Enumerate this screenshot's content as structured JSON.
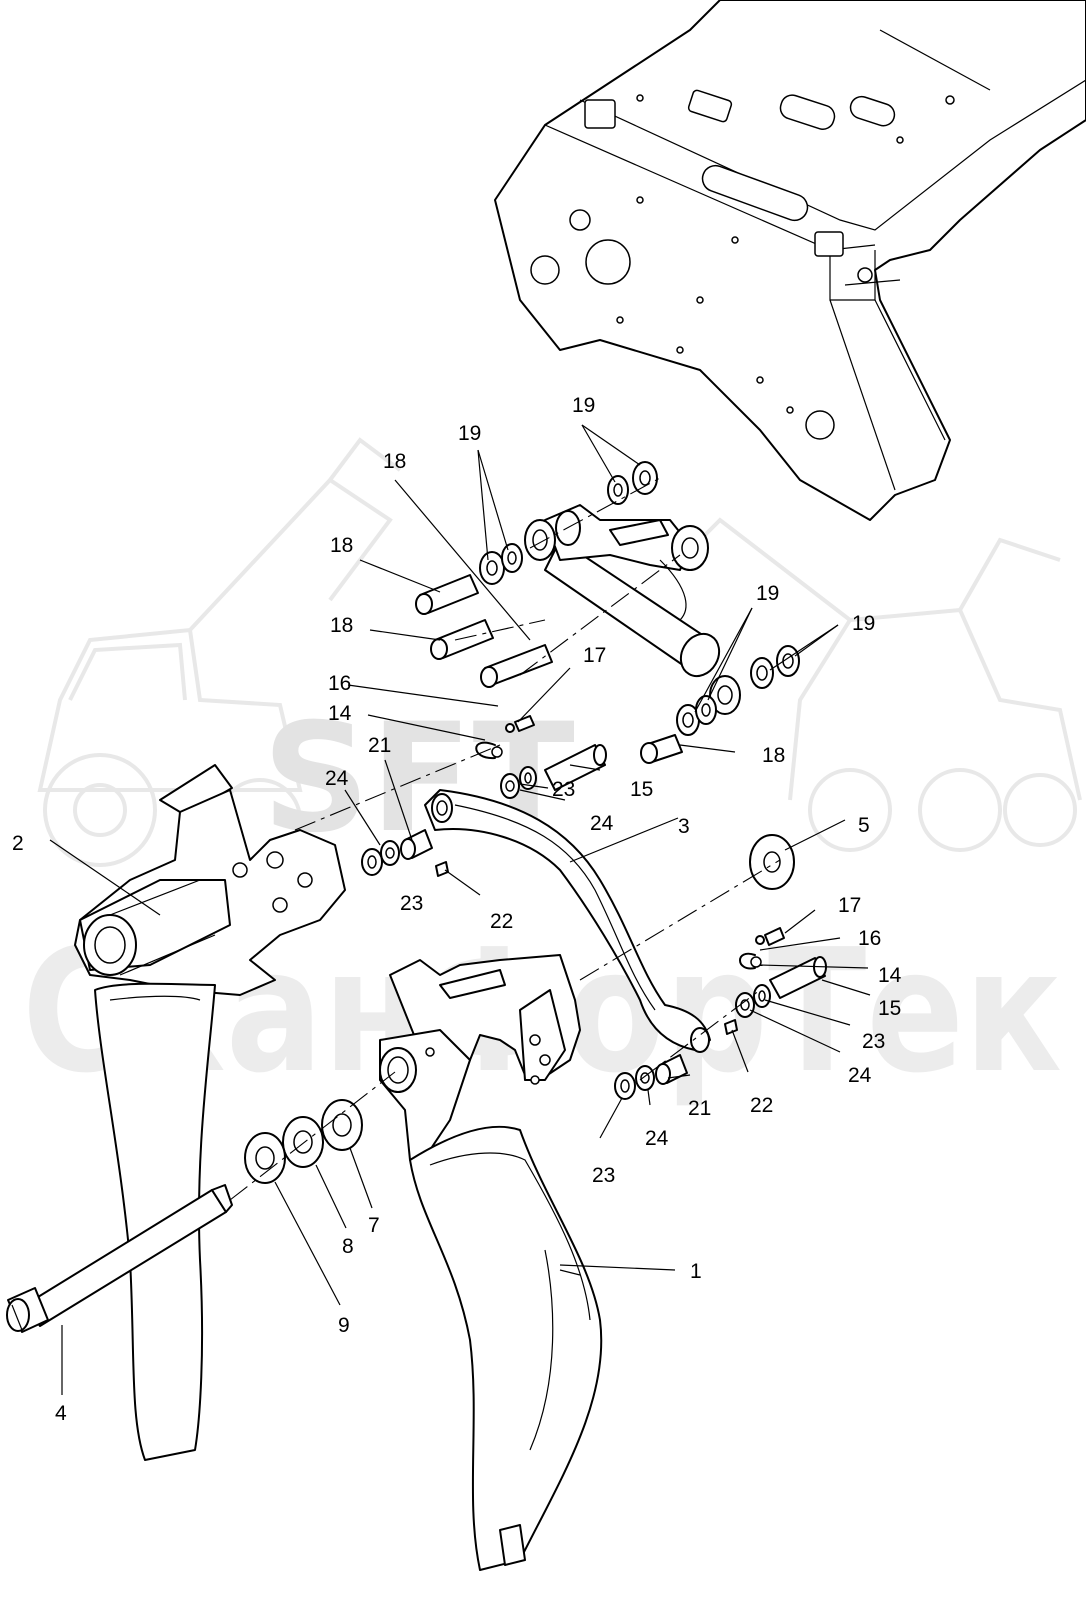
{
  "watermark": {
    "logo_text": "SFT",
    "company_text": "СканФорТек",
    "color": "#e3e3e3"
  },
  "callouts": [
    {
      "id": "c19a",
      "label": "19"
    },
    {
      "id": "c19b",
      "label": "19"
    },
    {
      "id": "c18a",
      "label": "18"
    },
    {
      "id": "c18b",
      "label": "18"
    },
    {
      "id": "c18c",
      "label": "18"
    },
    {
      "id": "c17a",
      "label": "17"
    },
    {
      "id": "c16a",
      "label": "16"
    },
    {
      "id": "c14a",
      "label": "14"
    },
    {
      "id": "c21a",
      "label": "21"
    },
    {
      "id": "c24a",
      "label": "24"
    },
    {
      "id": "c23a",
      "label": "23"
    },
    {
      "id": "c15a",
      "label": "15"
    },
    {
      "id": "c24b",
      "label": "24"
    },
    {
      "id": "c19c",
      "label": "19"
    },
    {
      "id": "c19d",
      "label": "19"
    },
    {
      "id": "c18d",
      "label": "18"
    },
    {
      "id": "c3",
      "label": "3"
    },
    {
      "id": "c5",
      "label": "5"
    },
    {
      "id": "c2",
      "label": "2"
    },
    {
      "id": "c23b",
      "label": "23"
    },
    {
      "id": "c22a",
      "label": "22"
    },
    {
      "id": "c17b",
      "label": "17"
    },
    {
      "id": "c16b",
      "label": "16"
    },
    {
      "id": "c14b",
      "label": "14"
    },
    {
      "id": "c15b",
      "label": "15"
    },
    {
      "id": "c23c",
      "label": "23"
    },
    {
      "id": "c24c",
      "label": "24"
    },
    {
      "id": "c22b",
      "label": "22"
    },
    {
      "id": "c21b",
      "label": "21"
    },
    {
      "id": "c24d",
      "label": "24"
    },
    {
      "id": "c23d",
      "label": "23"
    },
    {
      "id": "c7",
      "label": "7"
    },
    {
      "id": "c8",
      "label": "8"
    },
    {
      "id": "c9",
      "label": "9"
    },
    {
      "id": "c1",
      "label": "1"
    },
    {
      "id": "c4",
      "label": "4"
    }
  ]
}
